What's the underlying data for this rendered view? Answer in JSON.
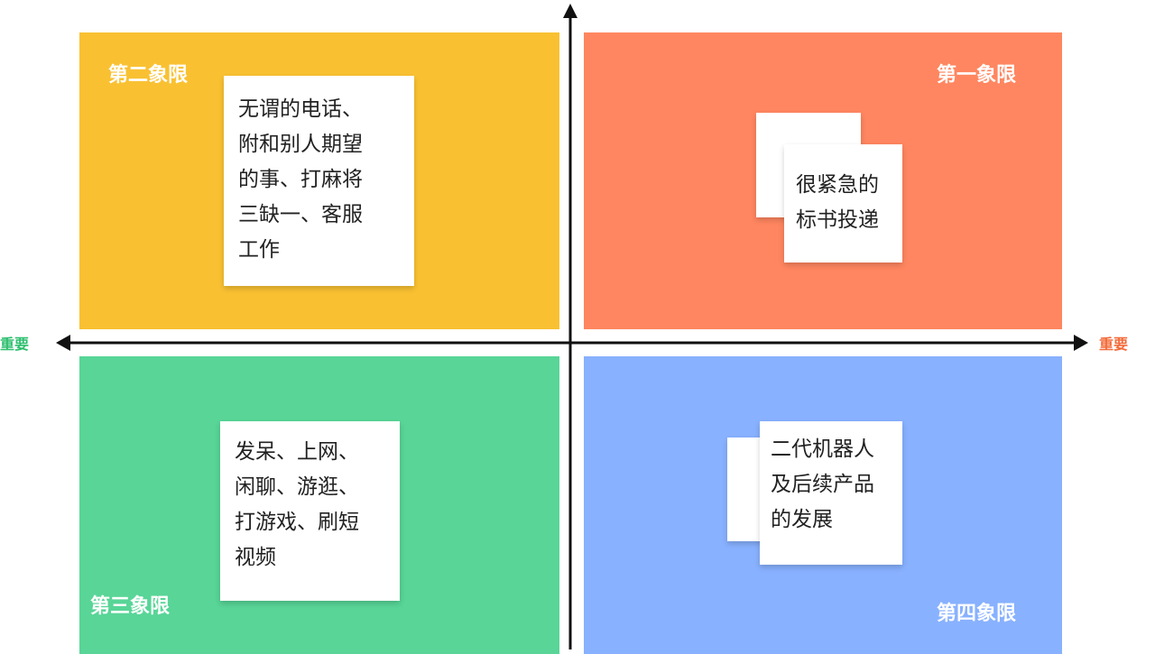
{
  "colors": {
    "q1": "#FF8660",
    "q2": "#F9C132",
    "q3": "#58D597",
    "q4": "#88B1FF",
    "left_label": "#2FBF6F",
    "right_label": "#F26B3A"
  },
  "axis": {
    "left_label": "重要",
    "right_label": "重要"
  },
  "quadrants": {
    "q1": {
      "label": "第一象限",
      "note": [
        "很紧急的",
        "标书投递"
      ]
    },
    "q2": {
      "label": "第二象限",
      "note": [
        "无谓的电话、",
        "附和别人期望",
        "的事、打麻将",
        "三缺一、客服",
        "工作"
      ]
    },
    "q3": {
      "label": "第三象限",
      "note": [
        "发呆、上网、",
        "闲聊、游逛、",
        "打游戏、刷短",
        "视频"
      ]
    },
    "q4": {
      "label": "第四象限",
      "note": [
        "二代机器人",
        "及后续产品",
        "的发展"
      ]
    }
  }
}
